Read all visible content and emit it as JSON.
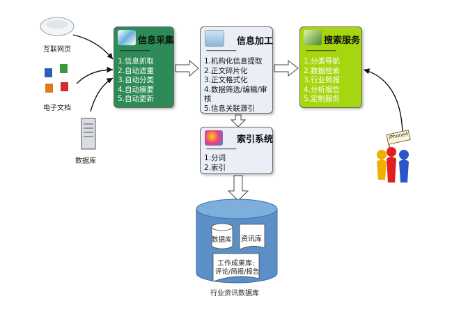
{
  "sources": {
    "internet_label": "互联网页",
    "documents_label": "电子文档",
    "database_label": "数据库"
  },
  "collect": {
    "title": "信息采集",
    "separator": "-------------------",
    "items": [
      "1.信息抓取",
      "2.自动滤重",
      "3.自动分类",
      "4.自动摘要",
      "5.自动更新"
    ]
  },
  "process": {
    "title": "信息加工",
    "separator": "-------------------",
    "items": [
      "1.机构化信息提取",
      "2.正文碎片化",
      "3.正文格式化",
      "4.数据筛选/编辑/审核",
      "5.信息关联源引"
    ]
  },
  "search": {
    "title": "搜索服务",
    "separator": "-------------------",
    "items": [
      "1.分类导航",
      "2.数据检索",
      "3.行业简报",
      "4.分析报告",
      "5.定制服务"
    ]
  },
  "index": {
    "title": "索引系统",
    "separator": "-------------------",
    "items": [
      "1.分词",
      "2.索引"
    ]
  },
  "repository": {
    "db_label": "数据库",
    "news_label": "资讯库",
    "work_label_1": "工作成果库:",
    "work_label_2": "评论/简报/报告",
    "caption": "行业资讯数据库"
  },
  "users": {
    "sign_text": "iPhone4"
  },
  "colors": {
    "collect": "#2e8b57",
    "process": "#e9eef7",
    "search": "#a6d60f",
    "index": "#e9eef7",
    "cylinder": "#5b8fc7"
  }
}
